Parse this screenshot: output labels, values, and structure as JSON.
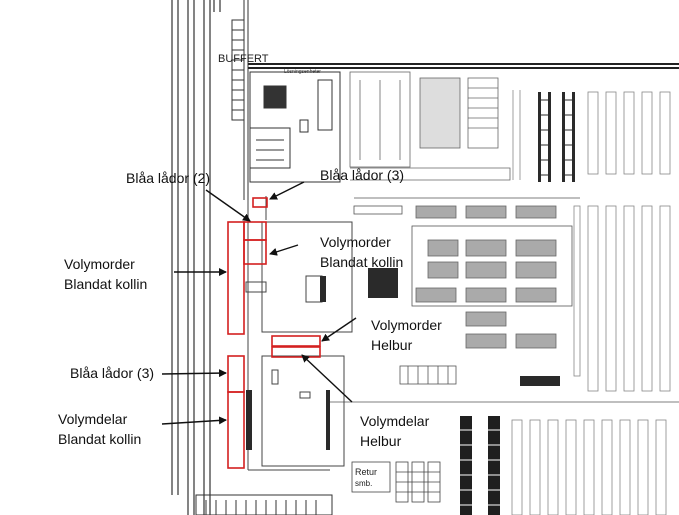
{
  "plan": {
    "header_text": "BUFFERT",
    "box_label_top": "Lösningsenheter",
    "retur_label_line1": "Retur",
    "retur_label_line2": "smb."
  },
  "callouts": {
    "blaa_ladr_2": "Blåa lådor (2)",
    "blaa_ladr_3_top": "Blåa lådor (3)",
    "volymorder_blandat_line1": "Volymorder",
    "volymorder_blandat_line2": "Blandat kollin",
    "volymorder_blandat_right_line1": "Volymorder",
    "volymorder_blandat_right_line2": "Blandat kollin",
    "volymorder_helbur_line1": "Volymorder",
    "volymorder_helbur_line2": "Helbur",
    "blaa_ladr_3_left": "Blåa lådor (3)",
    "volymdelar_blandat_line1": "Volymdelar",
    "volymdelar_blandat_line2": "Blandat kollin",
    "volymdelar_helbur_line1": "Volymdelar",
    "volymdelar_helbur_line2": "Helbur"
  },
  "colors": {
    "highlight": "#d42020",
    "line": "#222222",
    "shelf": "#8a8a8a",
    "rack_dark": "#2a2a2a"
  }
}
